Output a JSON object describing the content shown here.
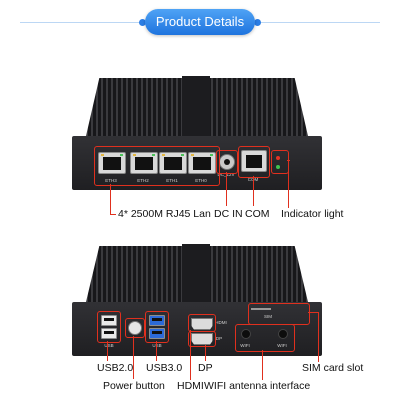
{
  "header": {
    "title": "Product Details"
  },
  "top_device": {
    "ports": [
      {
        "label": "ETH3"
      },
      {
        "label": "ETH2"
      },
      {
        "label": "ETH1"
      },
      {
        "label": "ETH0"
      },
      {
        "label": "DC_12V"
      },
      {
        "label": "COM"
      }
    ],
    "callouts": {
      "lan": "4* 2500M RJ45 Lan",
      "dc_in": "DC IN",
      "com": "COM",
      "indicator": "Indicator light"
    }
  },
  "bottom_device": {
    "port_labels": {
      "usb2": "USB",
      "usb3": "USB",
      "hdmi": "HDMI",
      "dp": "DP",
      "sim": "SIM",
      "wifi_left": "WIFI",
      "wifi_right": "WIFI"
    },
    "callouts": {
      "usb2": "USB2.0",
      "usb3": "USB3.0",
      "power": "Power button",
      "hdmi": "HDMI",
      "dp": "DP",
      "wifi": "WIFI antenna interface",
      "sim": "SIM card slot"
    }
  },
  "colors": {
    "accent": "#1e73de",
    "callout": "#e0301e",
    "device": "#1f1f22"
  }
}
